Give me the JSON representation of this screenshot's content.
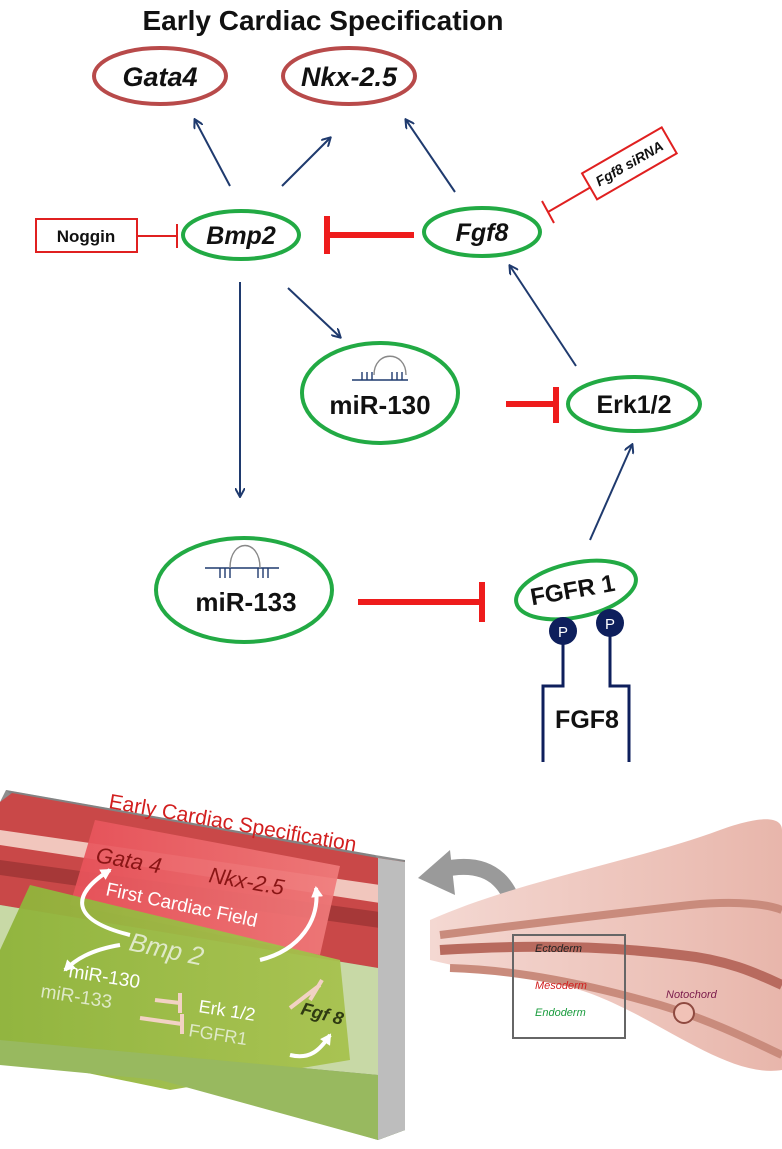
{
  "title": "Early Cardiac Specification",
  "nodes": {
    "gata4": "Gata4",
    "nkx25": "Nkx-2.5",
    "bmp2": "Bmp2",
    "fgf8": "Fgf8",
    "mir130": "miR-130",
    "erk": "Erk1/2",
    "mir133": "miR-133",
    "fgfr1": "FGFR 1",
    "fgf8_ligand": "FGF8",
    "phospho": "P"
  },
  "inhibitors": {
    "noggin": "Noggin",
    "sirna": "Fgf8 siRNA"
  },
  "illustration": {
    "title": "Early Cardiac Specification",
    "gata4": "Gata 4",
    "nkx": "Nkx-2.5",
    "field": "First Cardiac Field",
    "bmp": "Bmp 2",
    "mir130": "miR-130",
    "mir133": "miR-133",
    "erk": "Erk 1/2",
    "fgfr": "FGFR1",
    "fgf": "Fgf 8",
    "ectoderm": "Ectoderm",
    "mesoderm": "Mesoderm",
    "endoderm": "Endoderm",
    "notochord": "Notochord"
  },
  "colors": {
    "arrow_blue": "#1f3a6e",
    "inhibit_red": "#ee1c1c",
    "target_ellipse": "#b84a4a",
    "node_ellipse": "#22aa44",
    "phospho_fill": "#0e1f5c"
  }
}
